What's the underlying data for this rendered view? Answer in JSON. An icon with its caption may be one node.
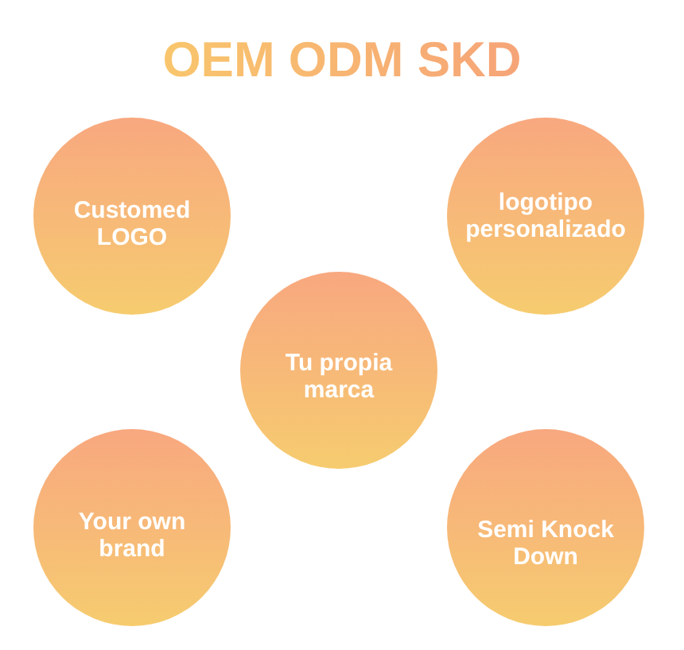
{
  "diagram": {
    "title": "OEM ODM SKD",
    "nodes": [
      {
        "text": [
          "Customed LOGO"
        ]
      },
      {
        "text": [
          "logotipo personalizado"
        ]
      },
      {
        "text": [
          "Tu propia marca"
        ]
      },
      {
        "text": [
          "Your own brand"
        ]
      },
      {
        "text": [
          "Semi Knock Down"
        ]
      }
    ]
  }
}
